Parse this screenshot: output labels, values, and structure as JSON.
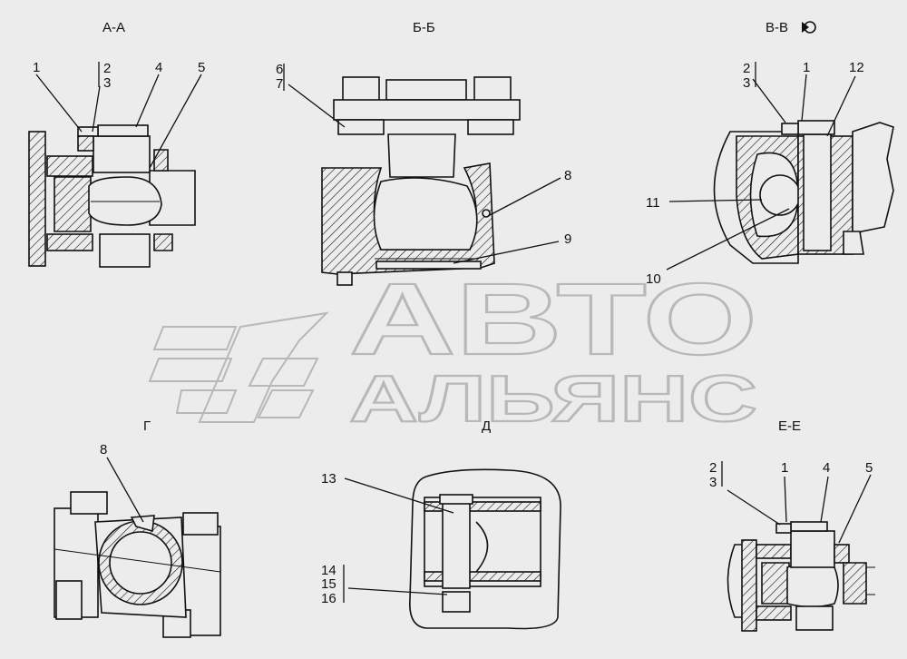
{
  "sections": {
    "aa": "А-А",
    "bb": "Б-Б",
    "vv": "В-В",
    "g": "Г",
    "d": "Д",
    "ee": "Е-Е"
  },
  "watermark": {
    "line1": "АВТО",
    "line2": "АЛЬЯНС"
  },
  "callouts": {
    "aa": [
      "1",
      "2",
      "3",
      "4",
      "5"
    ],
    "bb": [
      "6",
      "7",
      "8",
      "9"
    ],
    "vv": [
      "2",
      "3",
      "1",
      "12",
      "11",
      "10"
    ],
    "g": [
      "8"
    ],
    "d": [
      "13",
      "14",
      "15",
      "16"
    ],
    "ee": [
      "2",
      "3",
      "1",
      "4",
      "5"
    ]
  },
  "colors": {
    "background": "#ececec",
    "ink": "#111111",
    "watermark": "#b8b8b8"
  },
  "icons": {
    "rotation": "rotation-icon"
  }
}
